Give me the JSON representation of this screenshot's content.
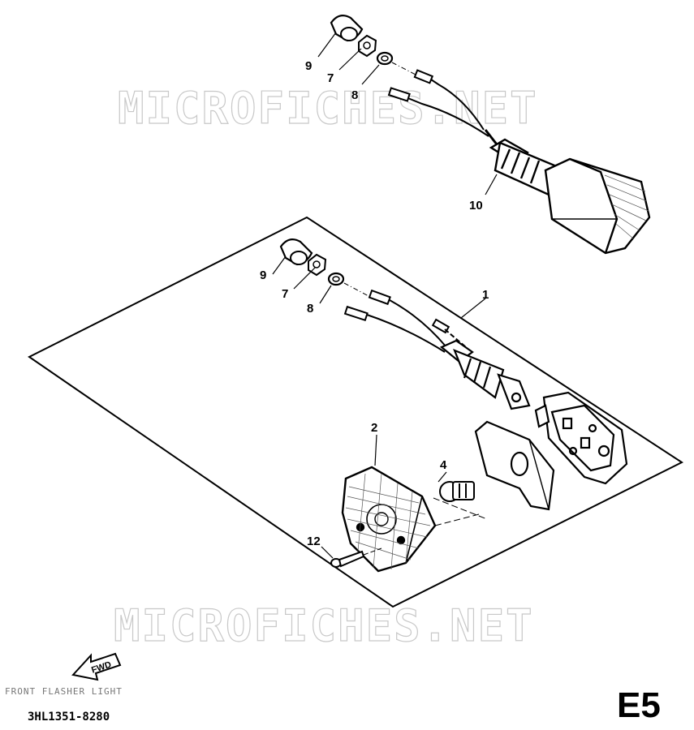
{
  "watermark": {
    "top_text": "MICROFICHES.NET",
    "bottom_text": "MICROFICHES.NET"
  },
  "callouts": {
    "upper_9": "9",
    "upper_7": "7",
    "upper_8": "8",
    "upper_10": "10",
    "assembly_1": "1",
    "lower_9": "9",
    "lower_7": "7",
    "lower_8": "8",
    "lens_2": "2",
    "bulb_4": "4",
    "screw_12": "12"
  },
  "fwd_label": "FWD",
  "faint_caption": "FRONT FLASHER LIGHT",
  "part_number": "3HL1351-8280",
  "page_ref": "E5",
  "icons": [
    "cap-nut-icon",
    "nut-icon",
    "washer-icon",
    "flasher-light-icon",
    "bulb-icon",
    "lens-icon",
    "screw-icon",
    "fwd-arrow-icon"
  ]
}
